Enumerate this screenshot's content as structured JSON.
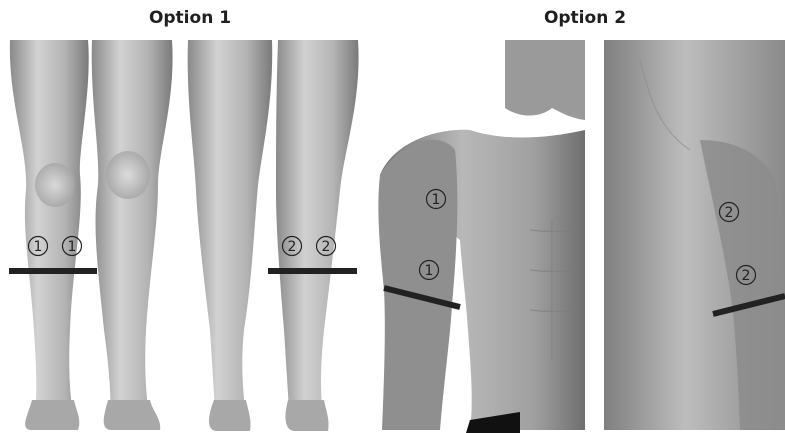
{
  "options": [
    {
      "title": "Option 1",
      "views": [
        {
          "name": "legs-front",
          "markers": [
            "1",
            "1"
          ]
        },
        {
          "name": "legs-back",
          "markers": [
            "2",
            "2"
          ]
        }
      ]
    },
    {
      "title": "Option 2",
      "views": [
        {
          "name": "torso-front",
          "markers": [
            "1",
            "1"
          ]
        },
        {
          "name": "back",
          "markers": [
            "2",
            "2"
          ]
        }
      ]
    }
  ],
  "colors": {
    "background": "#ffffff",
    "skin_light": "#c9c9c9",
    "skin_mid": "#9e9e9e",
    "skin_dark": "#6a6a6a",
    "cut_line": "#222222"
  }
}
